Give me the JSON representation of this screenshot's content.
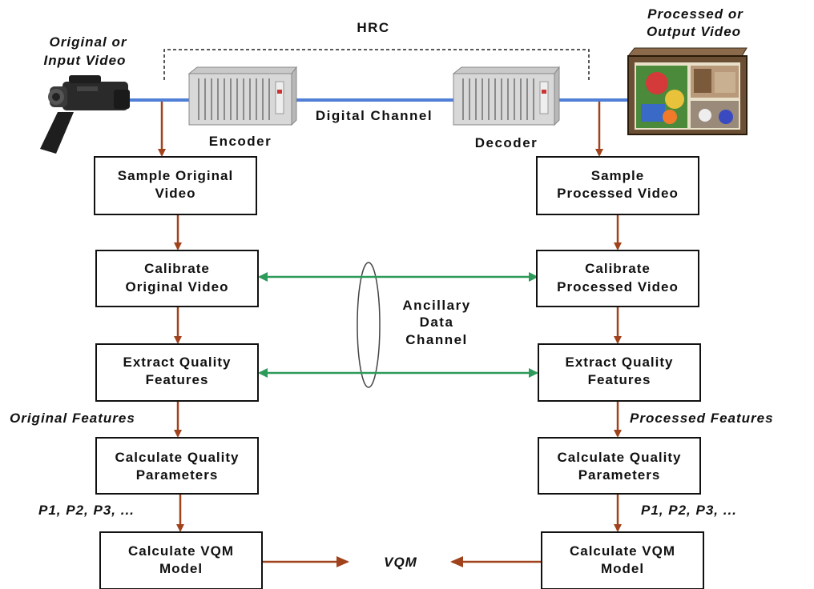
{
  "labels": {
    "input_line1": "Original or",
    "input_line2": "Input Video",
    "output_line1": "Processed or",
    "output_line2": "Output Video",
    "hrc": "HRC",
    "digital_channel": "Digital Channel",
    "encoder": "Encoder",
    "decoder": "Decoder",
    "ancillary_line1": "Ancillary",
    "ancillary_line2": "Data",
    "ancillary_line3": "Channel",
    "original_features": "Original Features",
    "processed_features": "Processed Features",
    "params_left": "P1, P2, P3, ...",
    "params_right": "P1, P2, P3, ...",
    "vqm": "VQM"
  },
  "boxes": {
    "sample_original": [
      "Sample Original",
      "Video"
    ],
    "sample_processed": [
      "Sample",
      "Processed Video"
    ],
    "calibrate_original": [
      "Calibrate",
      "Original Video"
    ],
    "calibrate_processed": [
      "Calibrate",
      "Processed Video"
    ],
    "extract_left": [
      "Extract Quality",
      "Features"
    ],
    "extract_right": [
      "Extract Quality",
      "Features"
    ],
    "calc_params_left": [
      "Calculate Quality",
      "Parameters"
    ],
    "calc_params_right": [
      "Calculate Quality",
      "Parameters"
    ],
    "calc_vqm_left": [
      "Calculate VQM",
      "Model"
    ],
    "calc_vqm_right": [
      "Calculate VQM",
      "Model"
    ]
  },
  "colors": {
    "flow_arrow": "#a0421c",
    "ancillary_arrow": "#2e9a5a",
    "channel_line": "#4f7fd6",
    "box_border": "#111111"
  }
}
